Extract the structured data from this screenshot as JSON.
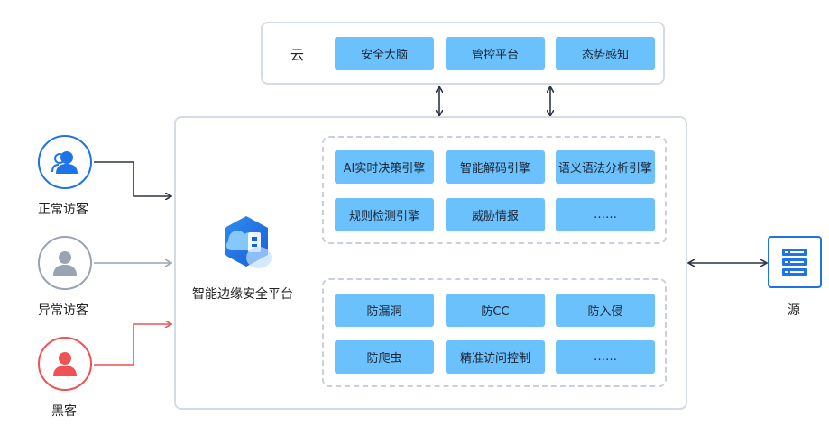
{
  "cloud": {
    "label": "云",
    "items": [
      "安全大脑",
      "管控平台",
      "态势感知"
    ]
  },
  "edge": {
    "label": "智能边缘安全平台",
    "engines": [
      "AI实时决策引擎",
      "智能解码引擎",
      "语义语法分析引擎",
      "规则检测引擎",
      "威胁情报",
      "……"
    ],
    "protections": [
      "防漏洞",
      "防CC",
      "防入侵",
      "防爬虫",
      "精准访问控制",
      "……"
    ]
  },
  "visitors": [
    "正常访客",
    "异常访客",
    "黑客"
  ],
  "origin": {
    "label": "源"
  },
  "colors": {
    "chip": "#6ac1fb",
    "normal": "#1e73e8",
    "abnormal": "#9aa3b2",
    "hacker": "#ee5253",
    "connector_dark": "#2b3547"
  }
}
